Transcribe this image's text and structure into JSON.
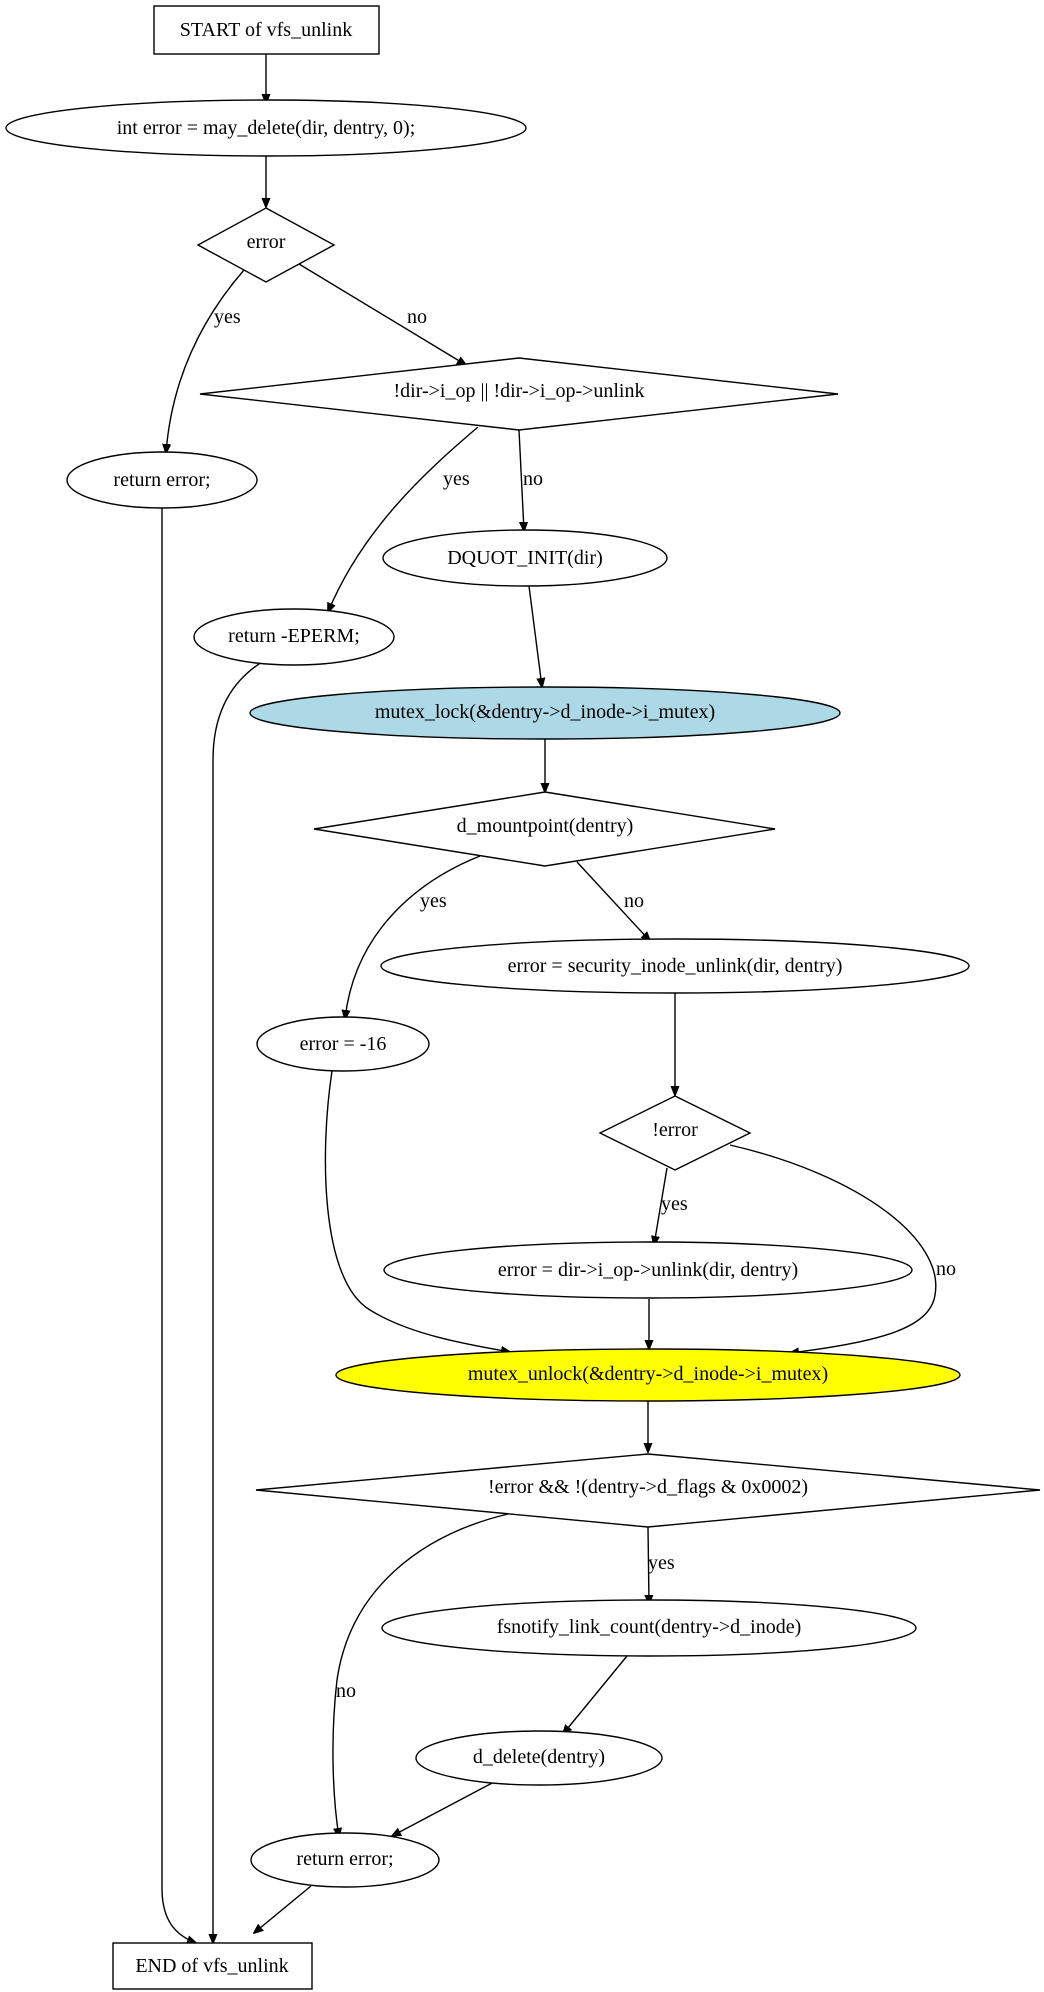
{
  "colors": {
    "stroke": "#000000",
    "background": "#ffffff",
    "lock_fill": "#add8e6",
    "unlock_fill": "#ffff00"
  },
  "nodes": {
    "start": "START of vfs_unlink",
    "may_delete": "int error = may_delete(dir, dentry, 0);",
    "cond_error": "error",
    "ret_error_1": "return error;",
    "cond_iop": "!dir->i_op || !dir->i_op->unlink",
    "ret_eperm": "return -EPERM;",
    "dquot_init": "DQUOT_INIT(dir)",
    "mutex_lock": "mutex_lock(&dentry->d_inode->i_mutex)",
    "cond_mountpoint": "d_mountpoint(dentry)",
    "error_16": "error = -16",
    "security_unlink": "error = security_inode_unlink(dir, dentry)",
    "cond_not_error": "!error",
    "iop_unlink": "error = dir->i_op->unlink(dir, dentry)",
    "mutex_unlock": "mutex_unlock(&dentry->d_inode->i_mutex)",
    "cond_flags": "!error && !(dentry->d_flags & 0x0002)",
    "fsnotify": "fsnotify_link_count(dentry->d_inode)",
    "d_delete": "d_delete(dentry)",
    "ret_error_2": "return error;",
    "end": "END of vfs_unlink"
  },
  "edge_labels": {
    "error_yes": "yes",
    "error_no": "no",
    "iop_yes": "yes",
    "iop_no": "no",
    "mount_yes": "yes",
    "mount_no": "no",
    "not_error_yes": "yes",
    "not_error_no": "no",
    "flags_yes": "yes",
    "flags_no": "no"
  }
}
